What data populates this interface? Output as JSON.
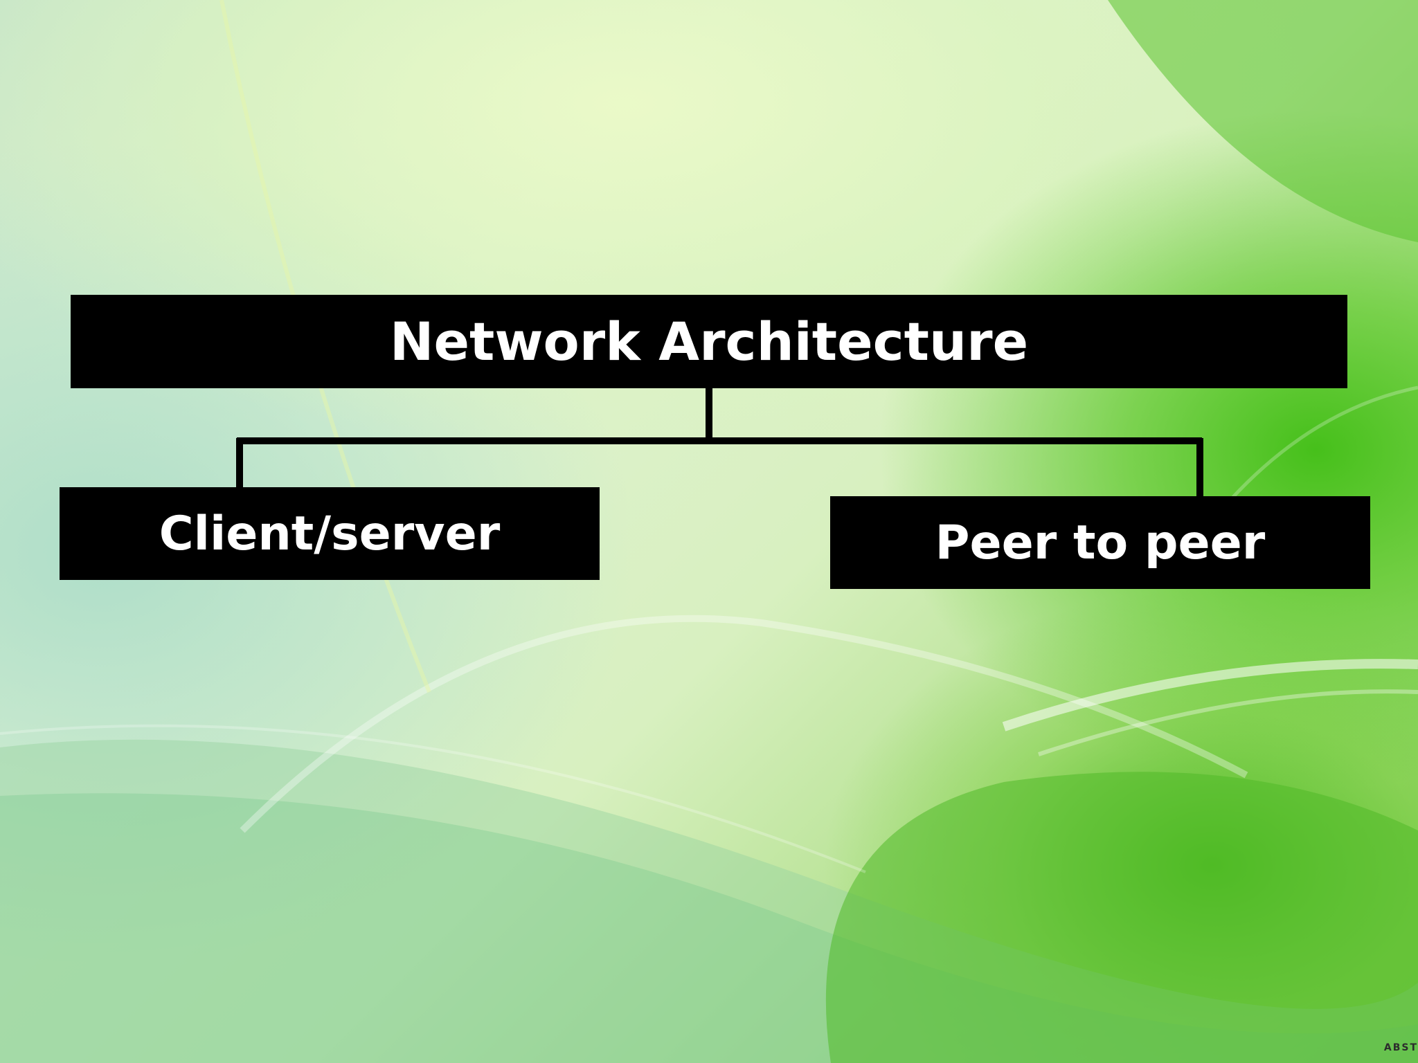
{
  "diagram": {
    "root": {
      "label": "Network Architecture"
    },
    "children": [
      {
        "label": "Client/server"
      },
      {
        "label": "Peer to peer"
      }
    ]
  },
  "watermark": "ABST",
  "colors": {
    "box_fill": "#000000",
    "box_text": "#ffffff",
    "connector": "#000000",
    "background_primary": "#d8f0c0",
    "background_accent": "#5cc02a"
  }
}
